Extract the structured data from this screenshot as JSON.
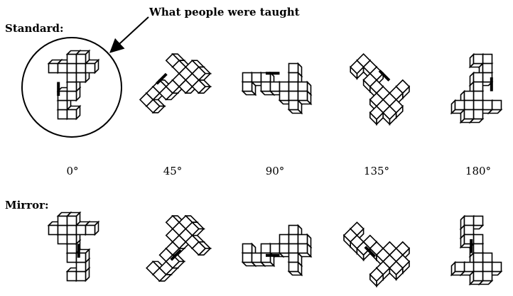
{
  "labels": {
    "standard": "Standard:",
    "mirror": "Mirror:",
    "annotation": "What people were taught"
  },
  "angles": [
    "0°",
    "45°",
    "90°",
    "135°",
    "180°"
  ]
}
